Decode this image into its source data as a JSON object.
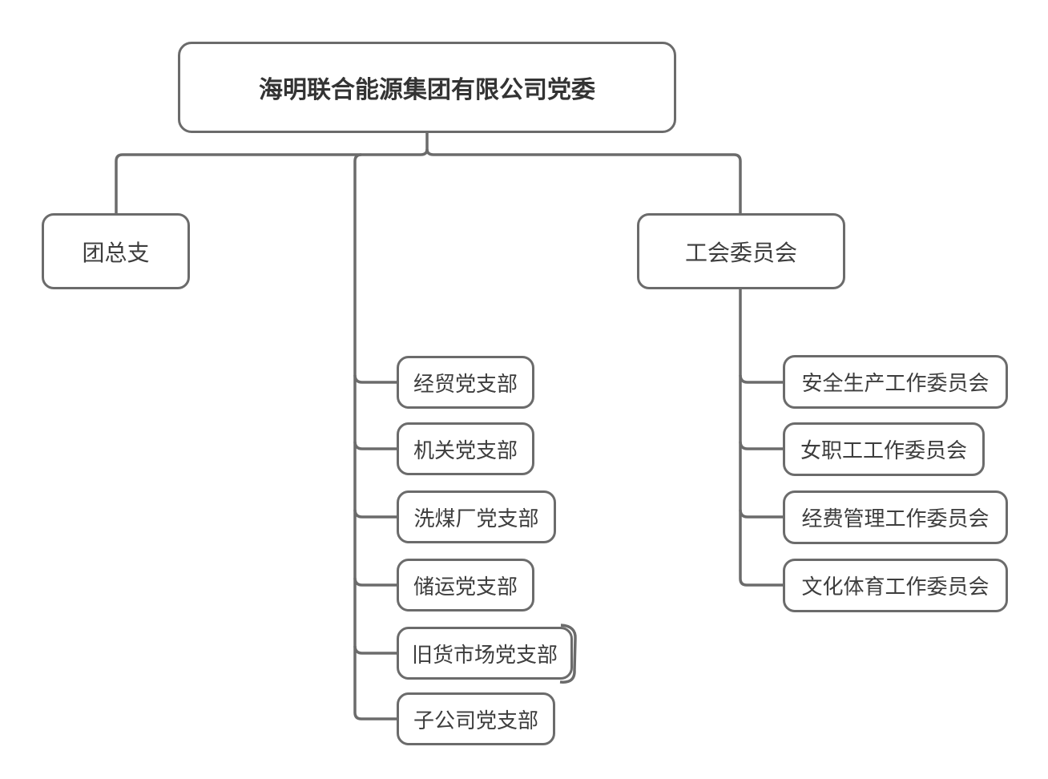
{
  "org_chart": {
    "root": "海明联合能源集团有限公司党委",
    "level1": {
      "youth_league": "团总支",
      "union_committee": "工会委员会"
    },
    "party_branches": [
      "经贸党支部",
      "机关党支部",
      "洗煤厂党支部",
      "储运党支部",
      "旧货市场党支部",
      "子公司党支部"
    ],
    "union_subcommittees": [
      "安全生产工作委员会",
      "女职工工作委员会",
      "经费管理工作委员会",
      "文化体育工作委员会"
    ]
  },
  "style": {
    "line_color": "#6b6b6b",
    "text_color": "#3d3d3d",
    "root_text_color": "#333333",
    "background": "#ffffff"
  }
}
